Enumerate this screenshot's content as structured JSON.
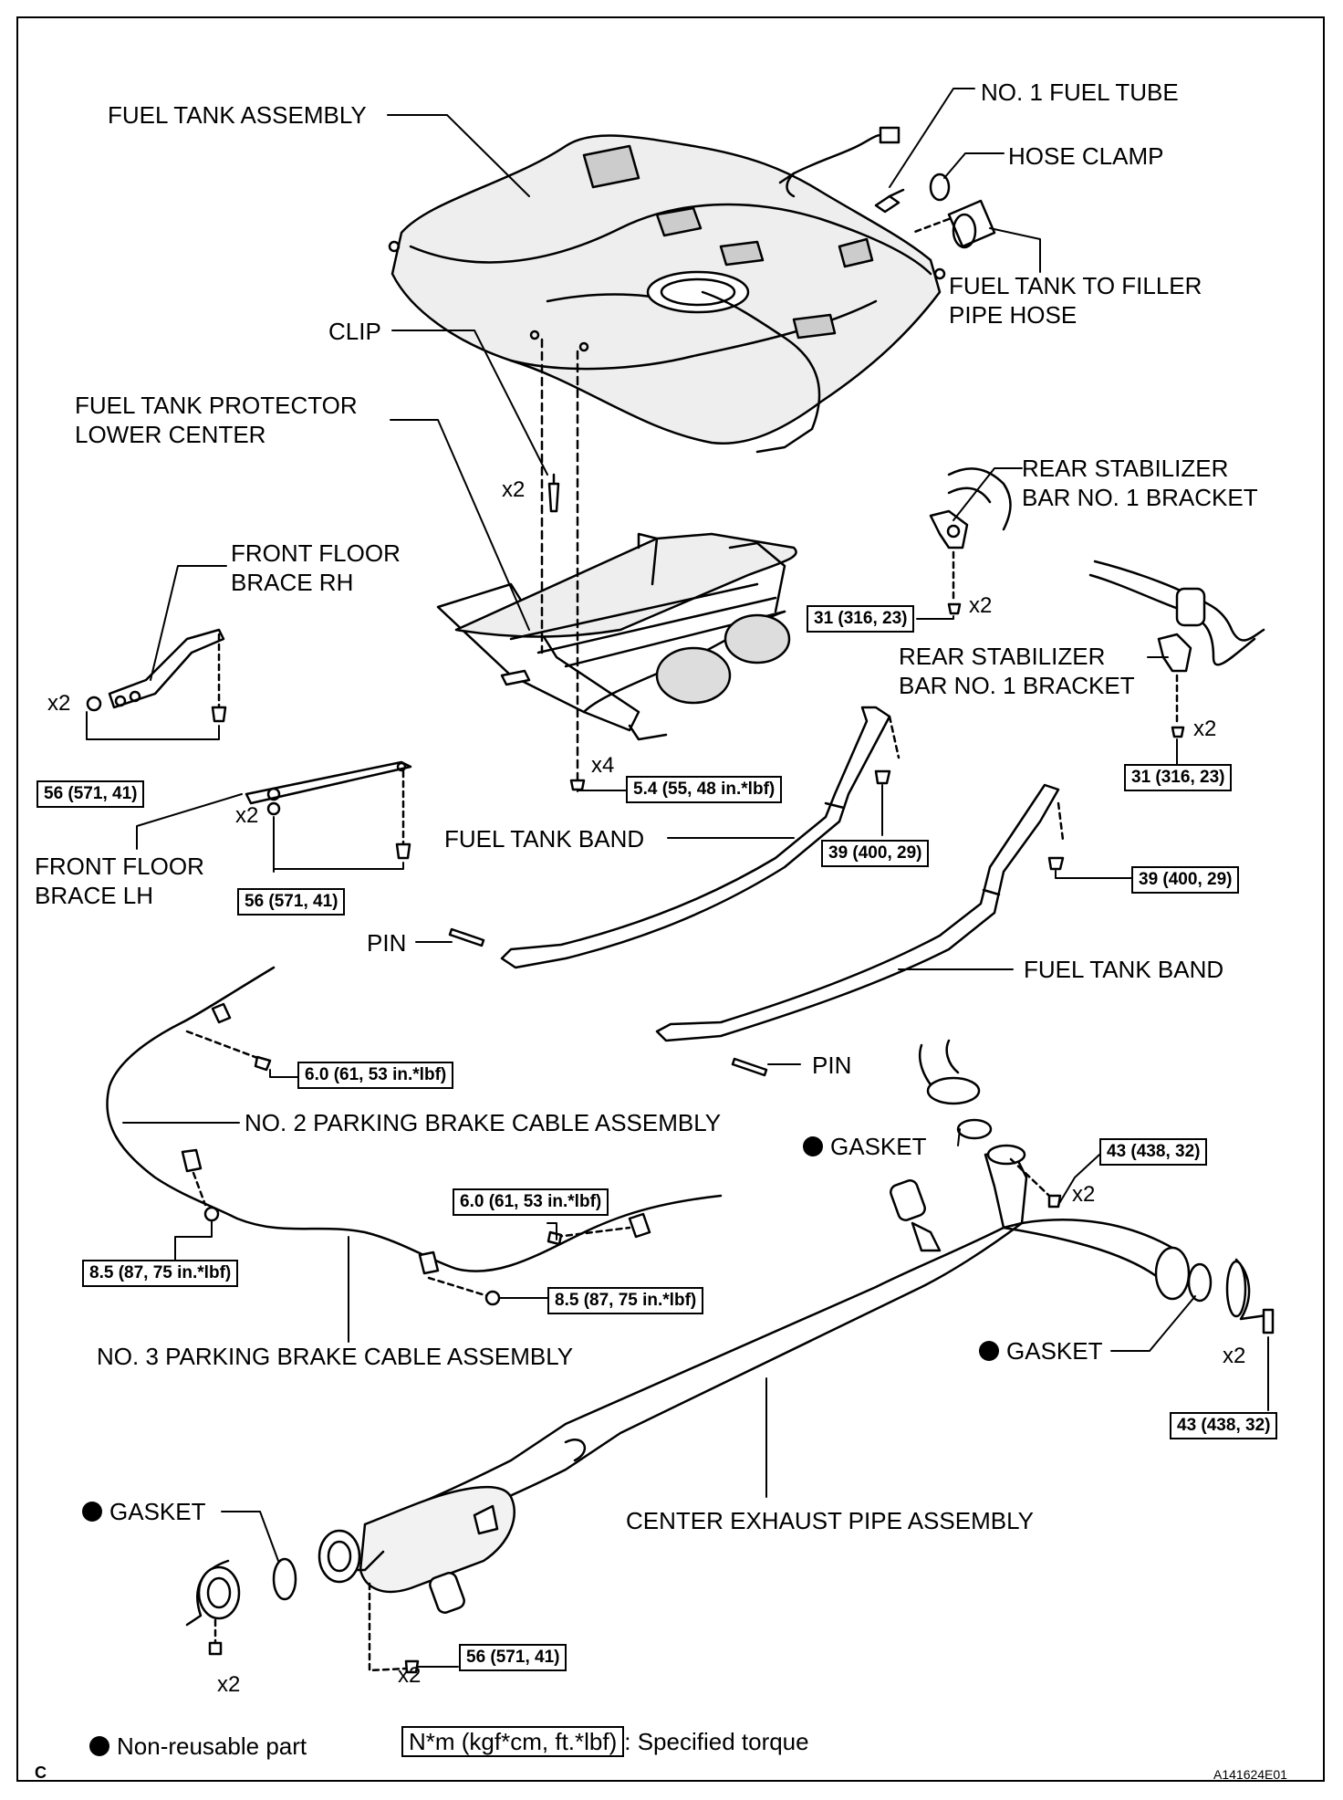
{
  "labels": {
    "fuel_tank_assembly": "FUEL TANK ASSEMBLY",
    "no1_fuel_tube": "NO. 1 FUEL TUBE",
    "hose_clamp": "HOSE CLAMP",
    "filler_pipe_hose": "FUEL TANK TO FILLER\nPIPE HOSE",
    "clip": "CLIP",
    "protector": "FUEL TANK PROTECTOR\nLOWER CENTER",
    "rear_stab_1": "REAR STABILIZER\nBAR NO. 1 BRACKET",
    "rear_stab_2": "REAR STABILIZER\nBAR NO. 1 BRACKET",
    "front_floor_rh": "FRONT FLOOR\nBRACE RH",
    "front_floor_lh": "FRONT FLOOR\nBRACE LH",
    "fuel_tank_band_1": "FUEL TANK BAND",
    "fuel_tank_band_2": "FUEL TANK BAND",
    "pin_1": "PIN",
    "pin_2": "PIN",
    "no2_parking": "NO. 2 PARKING BRAKE CABLE ASSEMBLY",
    "no3_parking": "NO. 3 PARKING BRAKE CABLE ASSEMBLY",
    "gasket_1": "GASKET",
    "gasket_2": "GASKET",
    "gasket_3": "GASKET",
    "center_exhaust": "CENTER EXHAUST PIPE ASSEMBLY"
  },
  "torques": {
    "t_31a": "31 (316, 23)",
    "t_31b": "31 (316, 23)",
    "t_56a": "56 (571, 41)",
    "t_56b": "56 (571, 41)",
    "t_56c": "56 (571, 41)",
    "t_54": "5.4 (55, 48 in.*lbf)",
    "t_39a": "39 (400, 29)",
    "t_39b": "39 (400, 29)",
    "t_60a": "6.0 (61, 53 in.*lbf)",
    "t_60b": "6.0 (61, 53 in.*lbf)",
    "t_85a": "8.5 (87, 75 in.*lbf)",
    "t_85b": "8.5 (87, 75 in.*lbf)",
    "t_43a": "43 (438, 32)",
    "t_43b": "43 (438, 32)"
  },
  "quantities": {
    "q_clip": "x2",
    "q_stab1": "x2",
    "q_stab2": "x2",
    "q_rh": "x2",
    "q_lh": "x2",
    "q_x4": "x4",
    "q_43a": "x2",
    "q_43b": "x2",
    "q_56c": "x2",
    "q_front": "x2"
  },
  "legend": {
    "nonreusable": "Non-reusable part",
    "torque_unit": "N*m (kgf*cm, ft.*lbf)",
    "torque_desc": ": Specified torque"
  },
  "corner_letter": "C",
  "figure_code": "A141624E01"
}
